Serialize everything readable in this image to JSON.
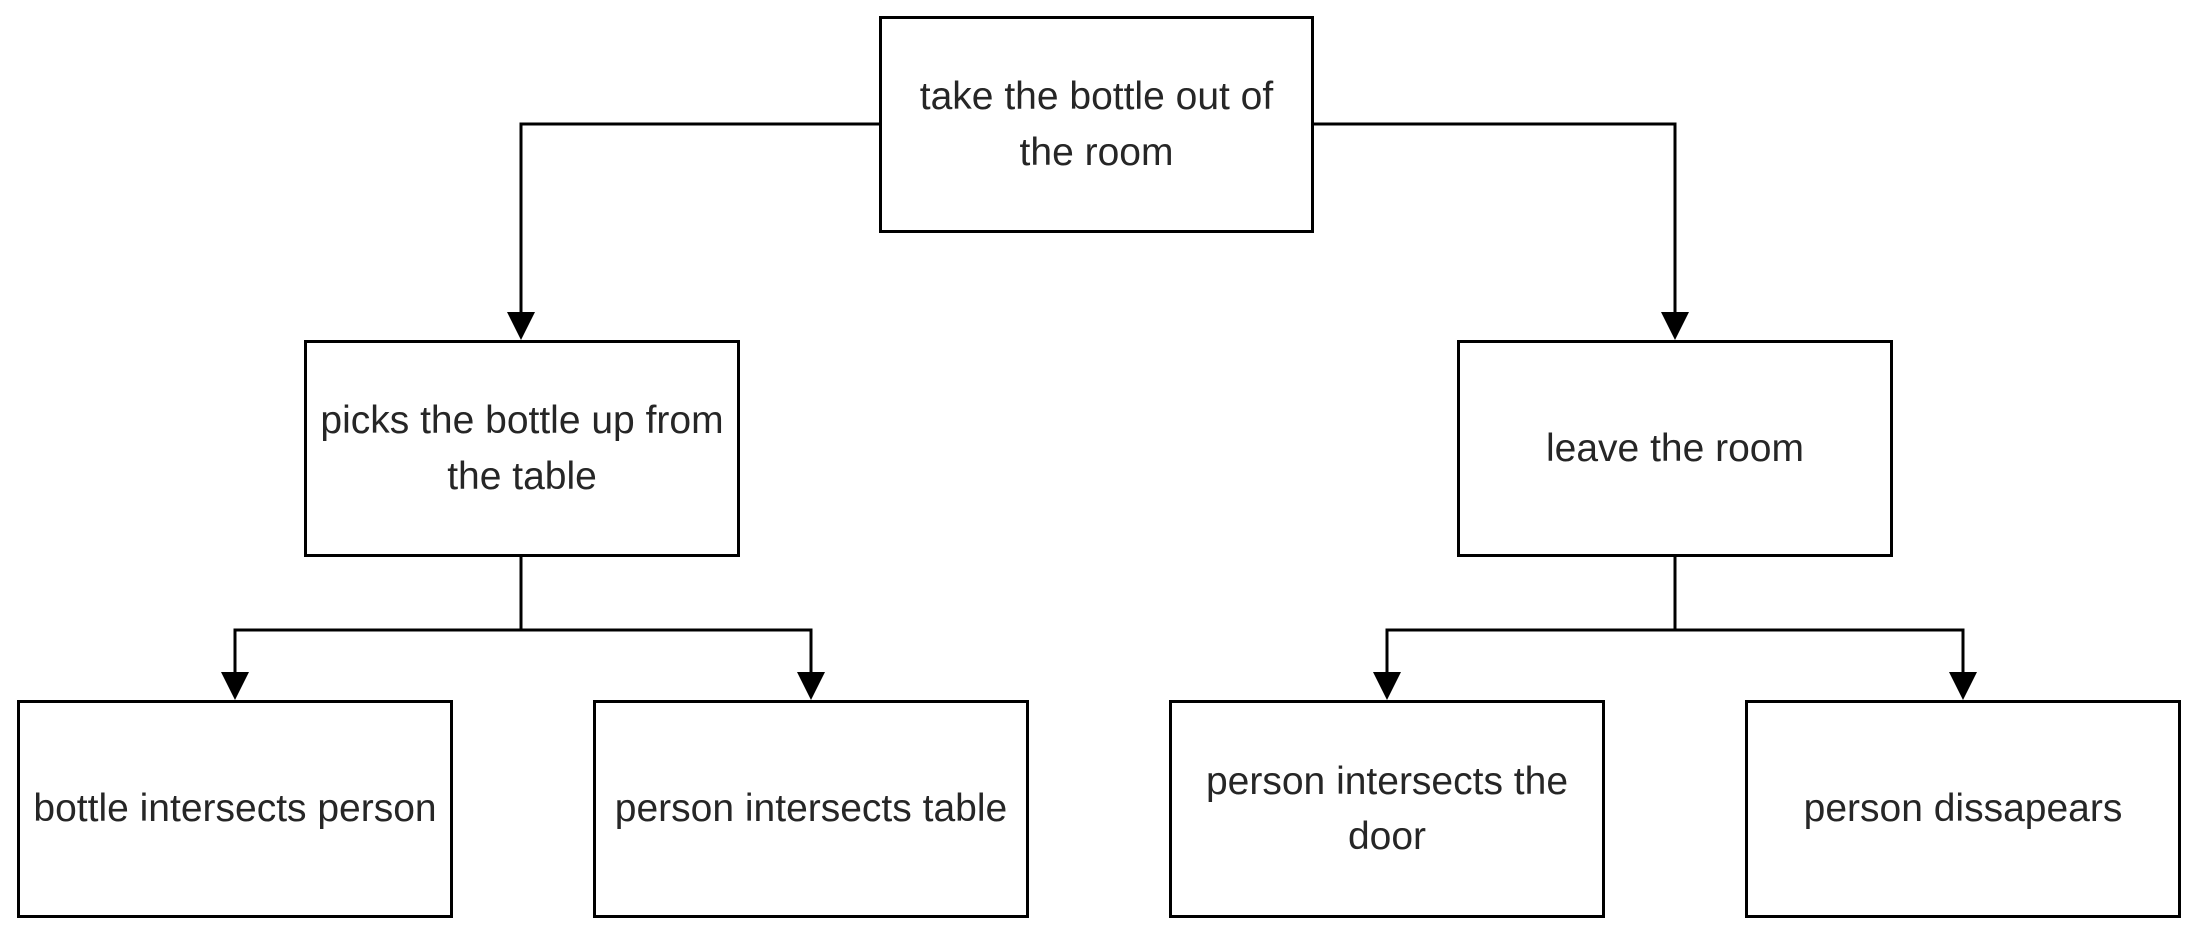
{
  "nodes": {
    "root": "take the bottle out of the room",
    "pick": "picks the bottle up from the table",
    "leave": "leave the room",
    "bottle_person": "bottle intersects person",
    "person_table": "person intersects table",
    "person_door": "person intersects the door",
    "person_disappears": "person dissapears"
  },
  "edges": [
    {
      "from": "root",
      "to": "pick"
    },
    {
      "from": "root",
      "to": "leave"
    },
    {
      "from": "pick",
      "to": "bottle_person"
    },
    {
      "from": "pick",
      "to": "person_table"
    },
    {
      "from": "leave",
      "to": "person_door"
    },
    {
      "from": "leave",
      "to": "person_disappears"
    }
  ],
  "colors": {
    "line": "#000000",
    "text": "#262626",
    "box_fill": "#ffffff"
  }
}
